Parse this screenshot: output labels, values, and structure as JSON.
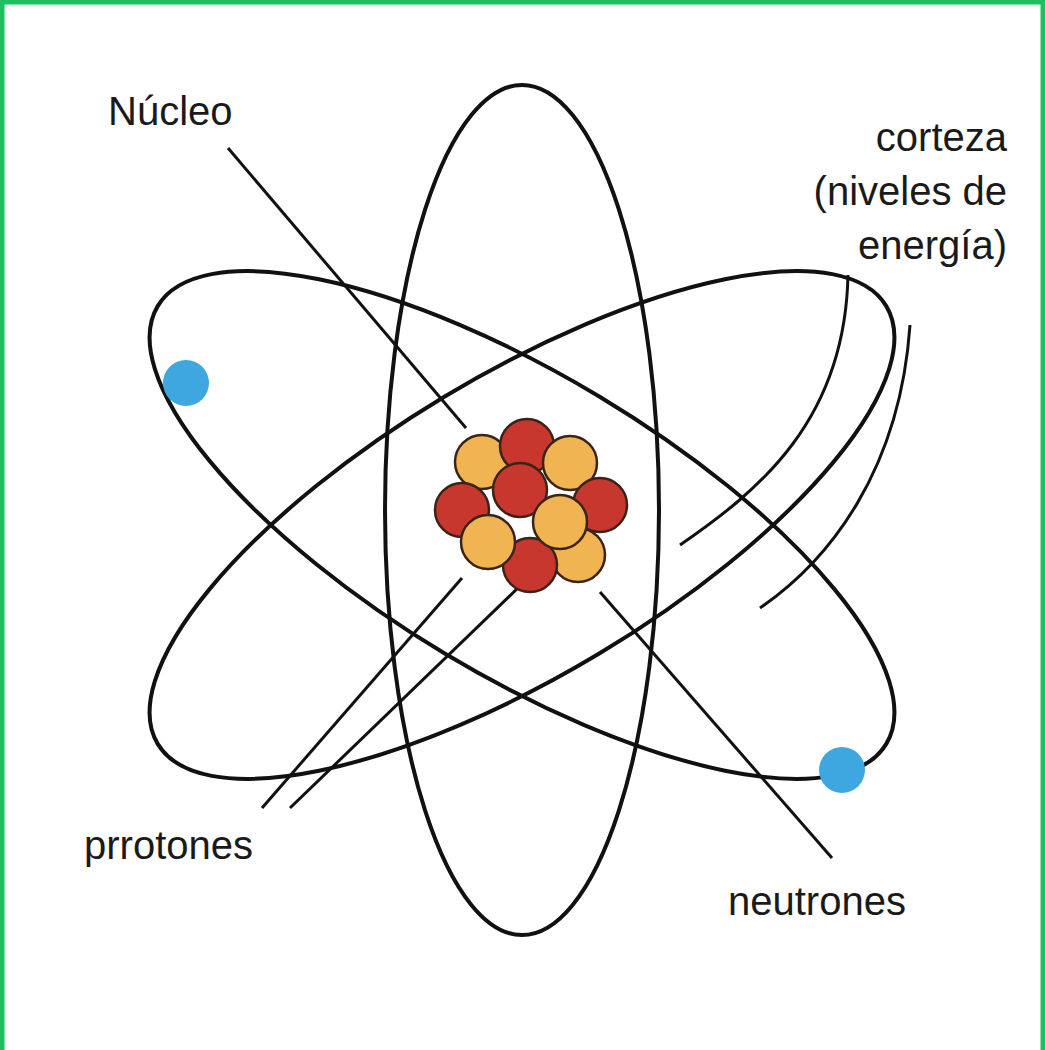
{
  "diagram": {
    "labels": [
      "Núcleo",
      "corteza (niveles de energía)",
      "prrotones",
      "neutrones"
    ]
  }
}
